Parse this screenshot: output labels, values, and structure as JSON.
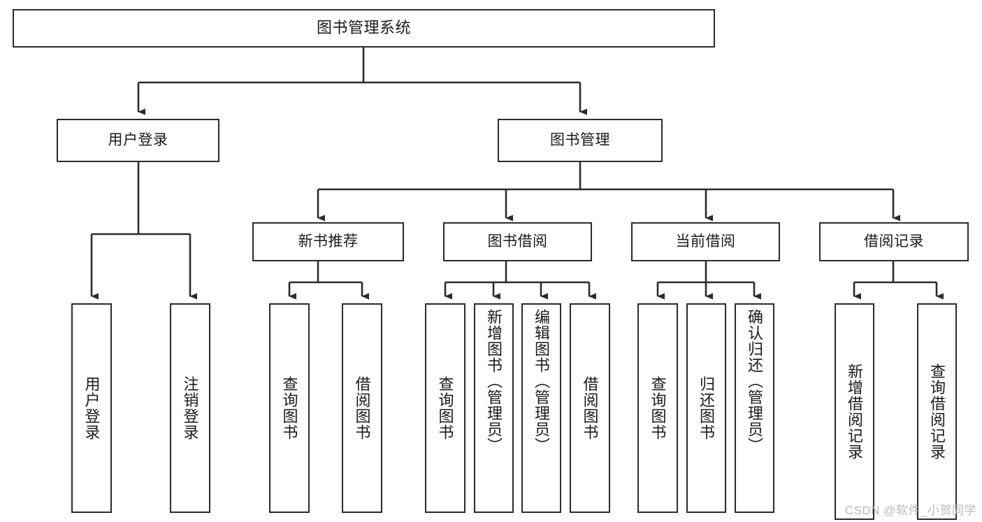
{
  "diagram": {
    "title": "图书管理系统",
    "type": "tree",
    "watermark": "CSDN @软件_小贺同学",
    "levels": {
      "root": {
        "label": "图书管理系统"
      },
      "level2": [
        {
          "label": "用户登录"
        },
        {
          "label": "图书管理"
        }
      ],
      "level3": [
        {
          "label": "新书推荐"
        },
        {
          "label": "图书借阅"
        },
        {
          "label": "当前借阅"
        },
        {
          "label": "借阅记录"
        }
      ],
      "leaves": {
        "user_login": [
          {
            "label": "用户登录"
          },
          {
            "label": "注销登录"
          }
        ],
        "new_book_recommend": [
          {
            "label": "查询图书"
          },
          {
            "label": "借阅图书"
          }
        ],
        "book_borrow": [
          {
            "label": "查询图书"
          },
          {
            "label": "新增图书（管理员）"
          },
          {
            "label": "编辑图书（管理员）"
          },
          {
            "label": "借阅图书"
          }
        ],
        "current_borrow": [
          {
            "label": "查询图书"
          },
          {
            "label": "归还图书"
          },
          {
            "label": "确认归还（管理员）"
          }
        ],
        "borrow_records": [
          {
            "label": "新增借阅记录"
          },
          {
            "label": "查询借阅记录"
          }
        ]
      }
    },
    "colors": {
      "stroke": "#2b2b2b",
      "fill": "#ffffff",
      "text": "#1a1a1a",
      "watermark": "#b9b9b9"
    }
  }
}
